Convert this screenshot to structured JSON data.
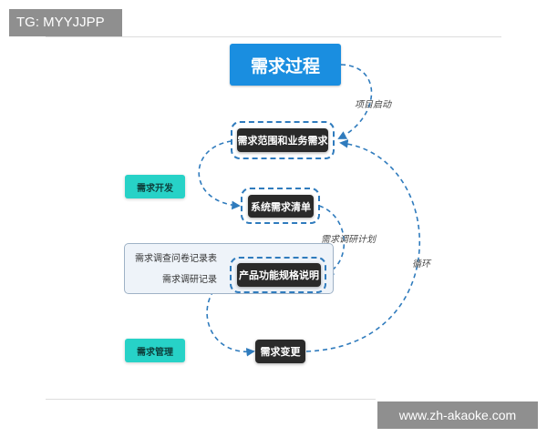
{
  "watermark_top": "TG: MYYJJPP",
  "watermark_bottom": "www.zh-akaoke.com",
  "title": "需求过程",
  "nodes": {
    "scope": "需求范围和业务需求",
    "system_list": "系统需求清单",
    "product_spec": "产品功能规格说明",
    "change": "需求变更"
  },
  "side_tags": {
    "development": "需求开发",
    "management": "需求管理"
  },
  "panel": {
    "questionnaire": "需求调查问卷记录表",
    "research_record": "需求调研记录"
  },
  "edge_labels": {
    "project_start": "项目启动",
    "research_plan": "需求调研计划",
    "cycle": "循环"
  },
  "colors": {
    "title_box": "#1a8ee0",
    "node": "#2a2a2a",
    "teal_tag": "#27d2c7",
    "dashed_line": "#2f7bbd"
  }
}
